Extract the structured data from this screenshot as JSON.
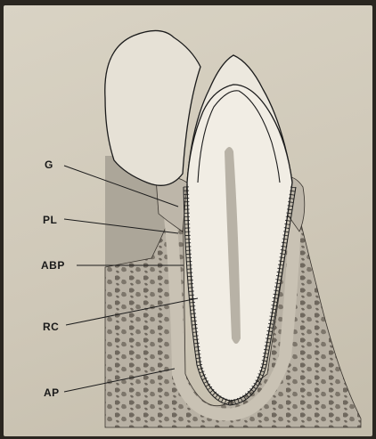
{
  "labels": {
    "G": "G",
    "PL": "PL",
    "ABP": "ABP",
    "RC": "RC",
    "AP": "AP"
  },
  "colors": {
    "paper": "#d6d0c1",
    "band": "#b3ada0",
    "bone_dark": "#7d766b",
    "outline": "#1c1c1c"
  }
}
